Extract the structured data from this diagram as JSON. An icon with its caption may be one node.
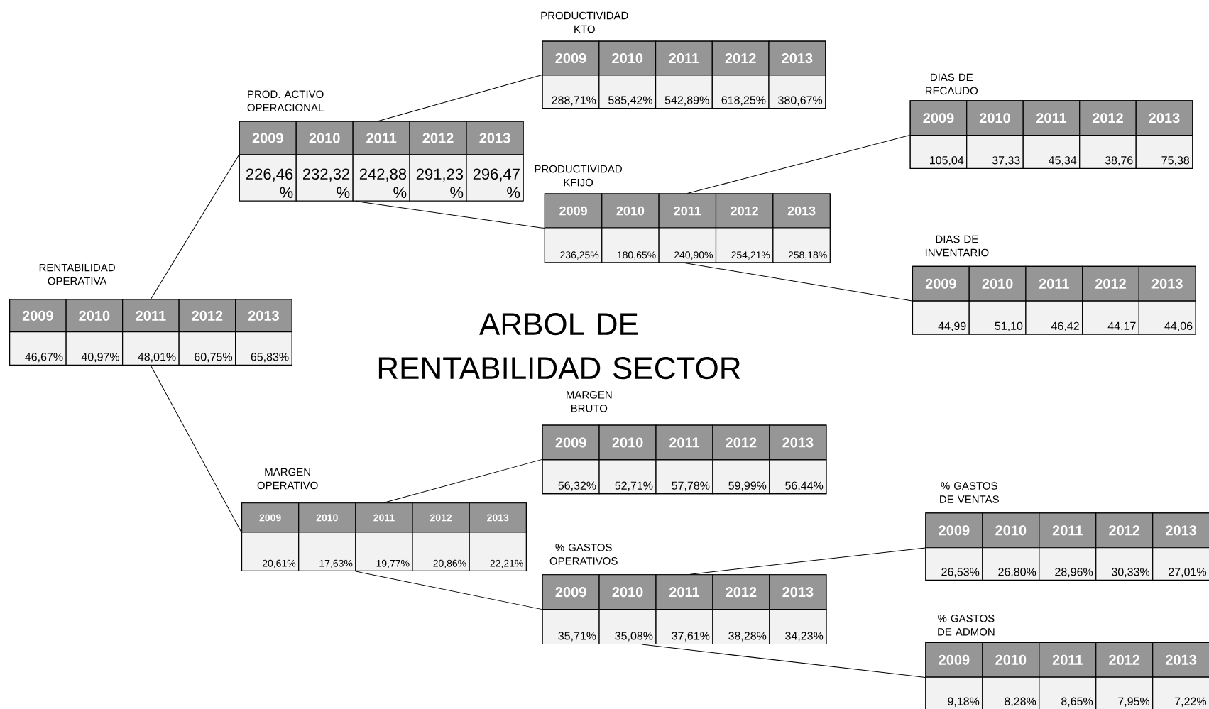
{
  "diagram": {
    "title": "ARBOL DE RENTABILIDAD SECTOR",
    "nodes": [
      {
        "text": [
          "RENTABILIDAD OPERATIVA",
          "2009",
          "2010",
          "2011",
          "2012",
          "2013",
          "46,67%",
          "40,97%",
          "48,01%",
          "60,75%",
          "65,83%"
        ]
      },
      {
        "text": [
          "PROD. ACTIVO OPERACIONAL",
          "2009",
          "2010",
          "2011",
          "2012",
          "2013",
          "226,46 %",
          "232,32 %",
          "242,88 %",
          "291,23 %",
          "296,47 %"
        ]
      },
      {
        "text": [
          "PRODUCTIVIDAD KTO",
          "2009",
          "2010",
          "2011",
          "2012",
          "2013",
          "288,71%",
          "585,42%",
          "542,89%",
          "618,25%",
          "380,67%"
        ]
      },
      {
        "text": [
          "PRODUCTIVIDAD KFIJO",
          "2009",
          "2010",
          "2011",
          "2012",
          "2013",
          "236,25%",
          "180,65%",
          "240,90%",
          "254,21%",
          "258,18%"
        ]
      },
      {
        "text": [
          "DIAS DE RECAUDO",
          "2009",
          "2010",
          "2011",
          "2012",
          "2013",
          "105,04",
          "37,33",
          "45,34",
          "38,76",
          "75,38"
        ]
      },
      {
        "text": [
          "DIAS DE INVENTARIO",
          "2009",
          "2010",
          "2011",
          "2012",
          "2013",
          "44,99",
          "51,10",
          "46,42",
          "44,17",
          "44,06"
        ]
      },
      {
        "text": [
          "MARGEN OPERATIVO",
          "2009",
          "2010",
          "2011",
          "2012",
          "2013",
          "20,61%",
          "17,63%",
          "19,77%",
          "20,86%",
          "22,21%"
        ]
      },
      {
        "text": [
          "MARGEN BRUTO",
          "2009",
          "2010",
          "2011",
          "2012",
          "2013",
          "56,32%",
          "52,71%",
          "57,78%",
          "59,99%",
          "56,44%"
        ]
      },
      {
        "text": [
          "% GASTOS OPERATIVOS",
          "2009",
          "2010",
          "2011",
          "2012",
          "2013",
          "35,71%",
          "35,08%",
          "37,61%",
          "38,28%",
          "34,23%"
        ]
      },
      {
        "text": [
          "% GASTOS DE VENTAS",
          "2009",
          "2010",
          "2011",
          "2012",
          "2013",
          "26,53%",
          "26,80%",
          "28,96%",
          "30,33%",
          "27,01%"
        ]
      },
      {
        "text": [
          "% GASTOS DE ADMON",
          "2009",
          "2010",
          "2011",
          "2012",
          "2013",
          "9,18%",
          "8,28%",
          "8,65%",
          "7,95%",
          "7,22%"
        ]
      }
    ],
    "edges": [
      {
        "from": 0,
        "to": 1,
        "arrow": "none"
      },
      {
        "from": 0,
        "to": 6,
        "arrow": "none"
      },
      {
        "from": 1,
        "to": 2,
        "arrow": "none"
      },
      {
        "from": 1,
        "to": 3,
        "arrow": "none"
      },
      {
        "from": 3,
        "to": 4,
        "arrow": "none"
      },
      {
        "from": 3,
        "to": 5,
        "arrow": "none"
      },
      {
        "from": 6,
        "to": 7,
        "arrow": "none"
      },
      {
        "from": 6,
        "to": 8,
        "arrow": "none"
      },
      {
        "from": 8,
        "to": 9,
        "arrow": "none"
      },
      {
        "from": 8,
        "to": 10,
        "arrow": "none"
      }
    ]
  }
}
